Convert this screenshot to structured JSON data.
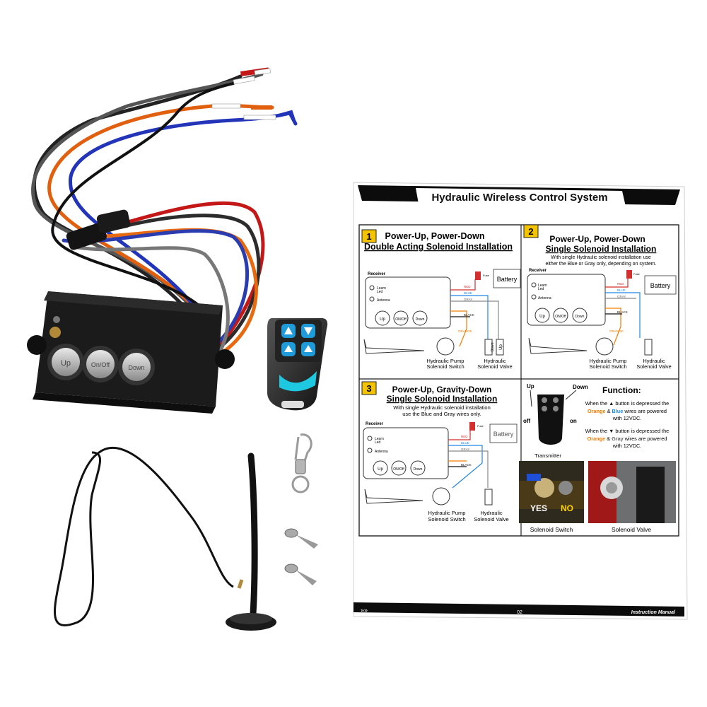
{
  "receiver": {
    "btn_up": "Up",
    "btn_onoff": "On/Off",
    "btn_down": "Down"
  },
  "manual": {
    "title": "Hydraulic Wireless Control System",
    "page_number": "02",
    "footer": "Instruction Manual",
    "s1": {
      "num": "1",
      "title1": "Power-Up, Power-Down",
      "title2": "Double Acting Solenoid Installation",
      "receiver": "Receiver",
      "battery": "Battery",
      "pump": "Hydraulic Pump",
      "pump2": "Solenoid Switch",
      "valve": "Hydraulic",
      "valve2": "Solenoid Valve",
      "down": "Down",
      "up": "Up"
    },
    "s2": {
      "num": "2",
      "title1": "Power-Up, Power-Down",
      "title2": "Single Solenoid Installation",
      "desc1": "With single Hydraulic solenoid installation use",
      "desc2": "either the Blue or Gray only, depending on system.",
      "receiver": "Receiver",
      "battery": "Battery",
      "pump": "Hydraulic Pump",
      "pump2": "Solenoid Switch",
      "valve": "Hydraulic",
      "valve2": "Solenoid Valve"
    },
    "s3": {
      "num": "3",
      "title1": "Power-Up, Gravity-Down",
      "title2": "Single Solenoid Installation",
      "desc1": "With single Hydraulic solenoid installation",
      "desc2": "use the Blue and Gray wires only.",
      "receiver": "Receiver",
      "battery": "Battery",
      "pump": "Hydraulic Pump",
      "pump2": "Solenoid Switch",
      "valve": "Hydraulic",
      "valve2": "Solenoid Valve"
    },
    "common": {
      "up": "Up",
      "onoff": "ON/Off",
      "down": "Down",
      "learn": "Learn",
      "led": "Led",
      "antenna": "Antenna",
      "red": "RED",
      "blue": "BLUE",
      "gray": "GRAY",
      "black": "BLACK",
      "orange": "ORANGE",
      "fuse": "Fuse"
    },
    "function": {
      "up": "Up",
      "down": "Down",
      "off": "off",
      "on": "on",
      "title": "Function:",
      "l1a": "When the",
      "l1b": "button is depressed the",
      "orange": "Orange",
      "amp": "&",
      "blue": "Blue",
      "gray": "Gray",
      "l2": "wires are powered",
      "l3": "with 12VDC.",
      "transmitter": "Transmitter"
    },
    "photos": {
      "yes": "YES",
      "no": "NO",
      "switch": "Solenoid Switch",
      "valve": "Solenoid Valve"
    }
  },
  "colors": {
    "orange": "#f57c00",
    "blue": "#1e88e5",
    "red": "#d32f2f",
    "teal": "#1ec8e0"
  }
}
